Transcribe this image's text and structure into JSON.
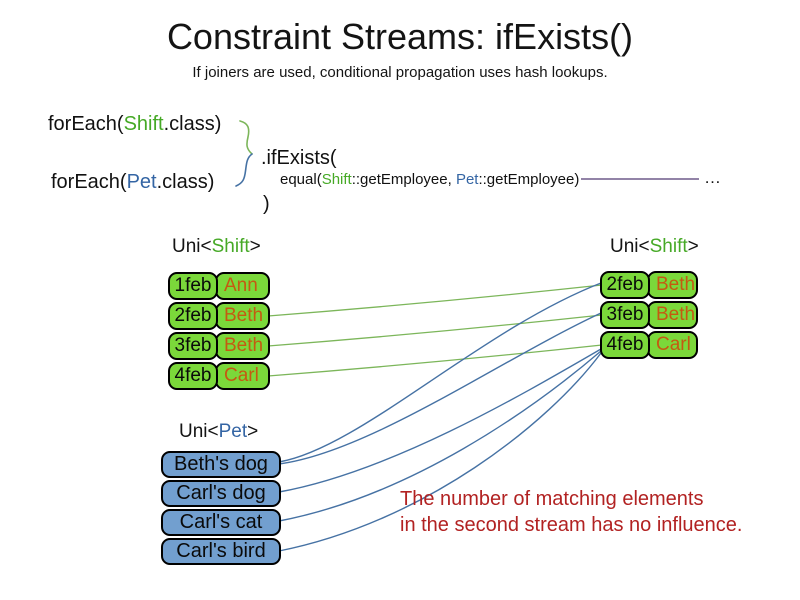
{
  "title": "Constraint Streams: ifExists()",
  "subtitle": "If joiners are used, conditional propagation uses hash lookups.",
  "code": {
    "line1": {
      "pre": "forEach(",
      "cls": "Shift",
      "post": ".class)"
    },
    "line2": {
      "pre": "forEach(",
      "cls": "Pet",
      "post": ".class)"
    },
    "ifexists": ".ifExists(",
    "equal": {
      "pre": "equal(",
      "arg1": "Shift",
      "mid": "::getEmployee, ",
      "arg2": "Pet",
      "post": "::getEmployee)"
    },
    "close": ")",
    "ellipsis": "…"
  },
  "labels": {
    "left_shift": {
      "pre": "Uni<",
      "type": "Shift",
      "post": ">"
    },
    "right_shift": {
      "pre": "Uni<",
      "type": "Shift",
      "post": ">"
    },
    "pets": {
      "pre": "Uni<",
      "type": "Pet",
      "post": ">"
    }
  },
  "tables": {
    "left_shift": {
      "rows": [
        {
          "date": "1feb",
          "name": "Ann"
        },
        {
          "date": "2feb",
          "name": "Beth"
        },
        {
          "date": "3feb",
          "name": "Beth"
        },
        {
          "date": "4feb",
          "name": "Carl"
        }
      ]
    },
    "right_shift": {
      "rows": [
        {
          "date": "2feb",
          "name": "Beth"
        },
        {
          "date": "3feb",
          "name": "Beth"
        },
        {
          "date": "4feb",
          "name": "Carl"
        }
      ]
    },
    "pets": {
      "rows": [
        "Beth's dog",
        "Carl's dog",
        "Carl's cat",
        "Carl's bird"
      ]
    }
  },
  "note": {
    "line1": "The number of matching elements",
    "line2": "in the second stream has no influence."
  },
  "colors": {
    "green_box": "#7bd83a",
    "blue_box": "#729fcf",
    "green_text": "#46a926",
    "blue_text": "#3465a4",
    "orange_text": "#c55a11",
    "red_text": "#b22222",
    "green_line": "#7cb65a",
    "blue_line": "#4672a4",
    "purple_line": "#6e5a8a"
  }
}
